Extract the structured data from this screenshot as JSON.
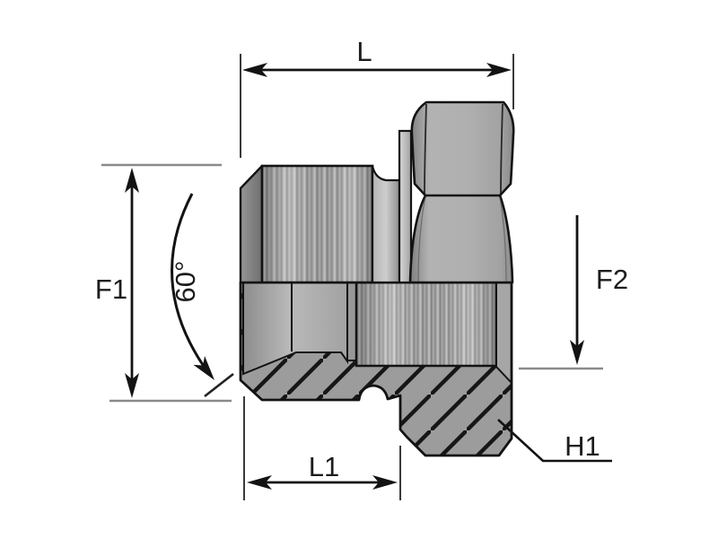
{
  "figure": {
    "kind": "technical-section-drawing",
    "subject": "Hex adapter fitting with male thread, hex body and internal female thread, shown in half section"
  },
  "labels": {
    "length_overall": "L",
    "thread1_size": "F1",
    "cone_angle": "60°",
    "thread2_size": "F2",
    "thread1_length": "L1",
    "hex_size": "H1"
  },
  "colors": {
    "background": "#ffffff",
    "outline": "#131313",
    "label_text": "#1c1c1c",
    "extension_gray": "#8a8a8a",
    "metal_base": "#9e9e9e",
    "metal_dark": "#787878",
    "metal_light": "#cccccc"
  }
}
